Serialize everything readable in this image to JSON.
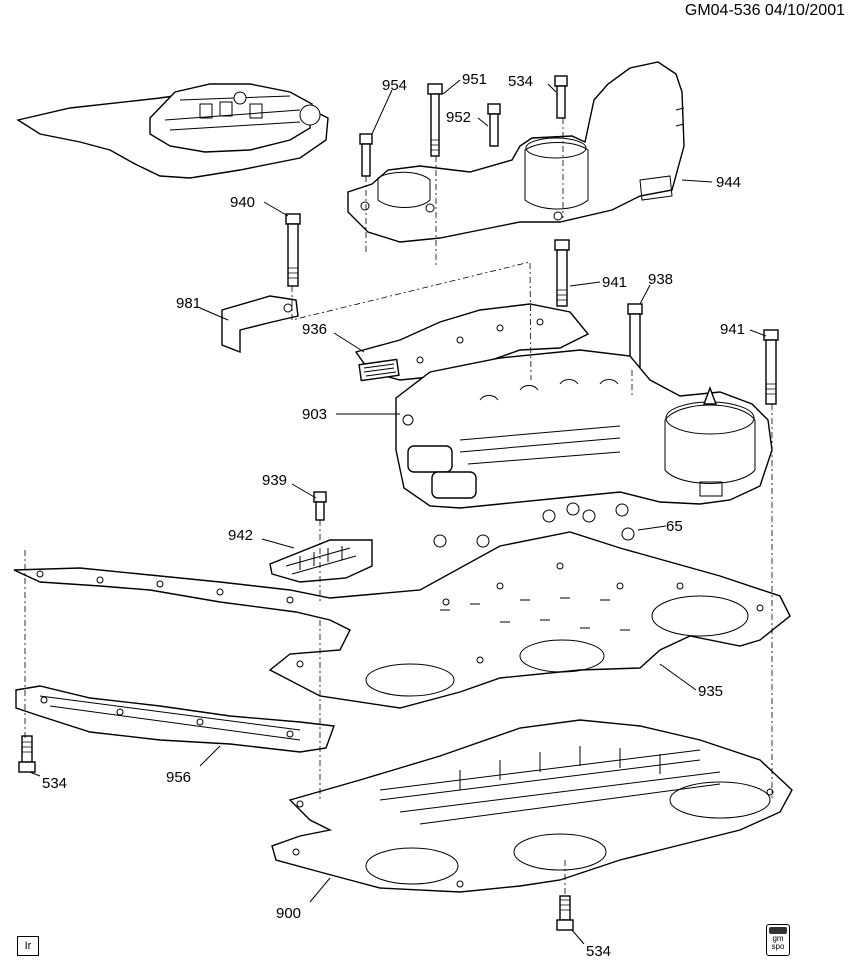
{
  "header": {
    "code": "GM04-536  04/10/2001"
  },
  "callouts": {
    "c954": "954",
    "c951": "951",
    "c534_top": "534",
    "c952": "952",
    "c944": "944",
    "c940": "940",
    "c941_mid": "941",
    "c938": "938",
    "c941_right": "941",
    "c981": "981",
    "c936": "936",
    "c903": "903",
    "c939": "939",
    "c942": "942",
    "c65": "65",
    "c935": "935",
    "c956": "956",
    "c534_left": "534",
    "c900": "900",
    "c534_bottom": "534"
  },
  "footer": {
    "ir_label": "Ir",
    "gm_badge_text": "gm\nspo"
  }
}
